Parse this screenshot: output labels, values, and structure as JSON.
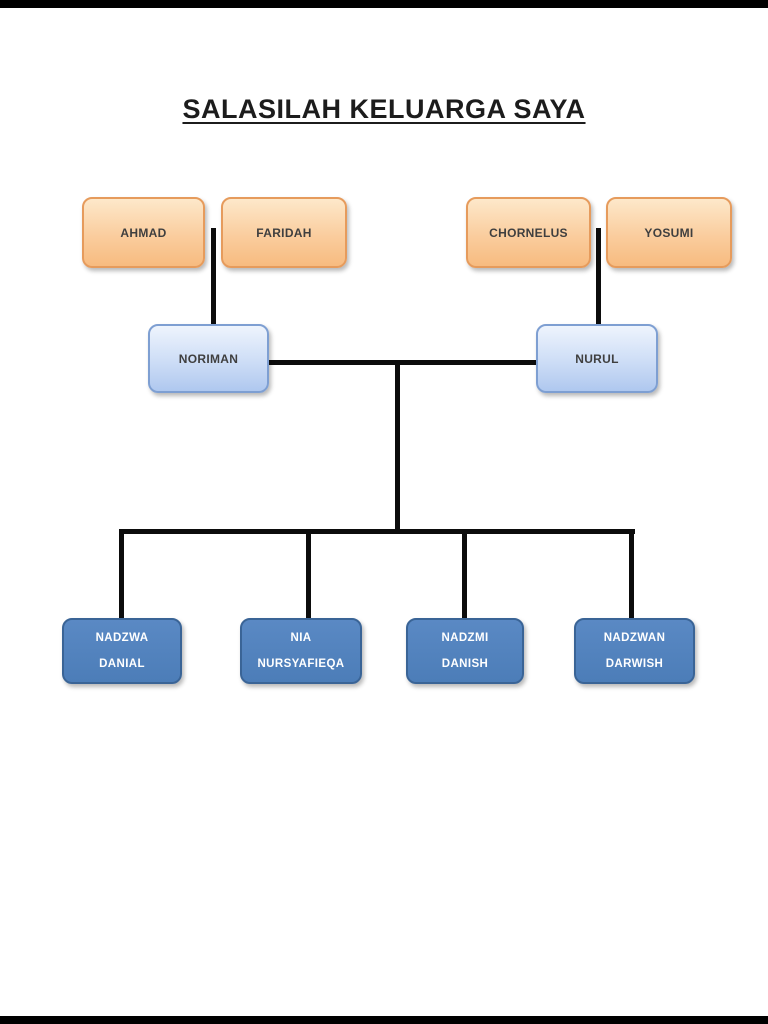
{
  "page": {
    "title": "SALASILAH KELUARGA SAYA"
  },
  "colors": {
    "grandparent_fill_top": "#FDE8CA",
    "grandparent_fill_bottom": "#F7BB80",
    "grandparent_border": "#E69B5C",
    "parent_fill_top": "#EEF4FD",
    "parent_fill_bottom": "#AFC8EF",
    "parent_border": "#7E9FD2",
    "child_fill": "#4C7DB8",
    "child_border": "#3A6496",
    "child_text": "#FFFFFF",
    "connector": "#0C0C0C",
    "letterbox_bar": "#000000"
  },
  "nodes": {
    "paternal_grandfather": "AHMAD",
    "paternal_grandmother": "FARIDAH",
    "maternal_grandfather": "CHORNELUS",
    "maternal_grandmother": "YOSUMI",
    "father": "NORIMAN",
    "mother": "NURUL",
    "children": [
      {
        "line1": "NADZWA",
        "line2": "DANIAL"
      },
      {
        "line1": "NIA",
        "line2": "NURSYAFIEQA"
      },
      {
        "line1": "NADZMI",
        "line2": "DANISH"
      },
      {
        "line1": "NADZWAN",
        "line2": "DARWISH"
      }
    ]
  }
}
